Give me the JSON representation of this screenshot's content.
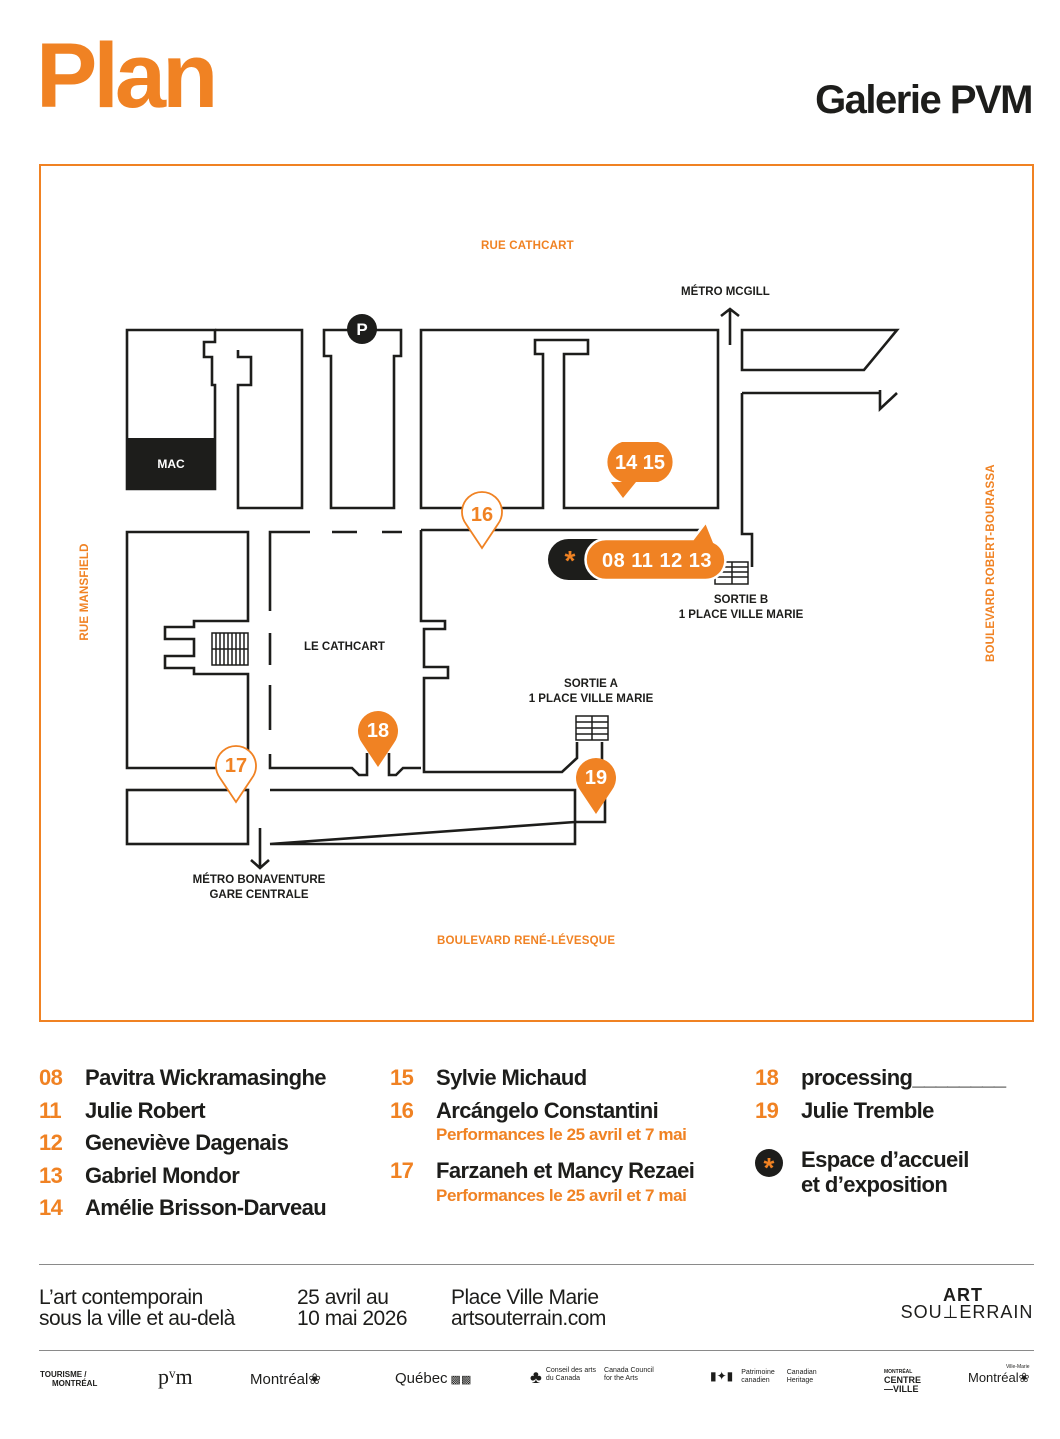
{
  "header": {
    "title": "Plan",
    "gallery": "Galerie PVM"
  },
  "colors": {
    "accent": "#f08223",
    "ink": "#1d1d1b",
    "white": "#ffffff"
  },
  "map": {
    "streets": {
      "north": "RUE CATHCART",
      "south": "BOULEVARD RENÉ-LÉVESQUE",
      "west": "RUE MANSFIELD",
      "east": "BOULEVARD ROBERT-BOURASSA"
    },
    "places": {
      "mac": "MAC",
      "parking": "P",
      "le_cathcart": "LE CATHCART",
      "metro_mcgill": "MÉTRO MCGILL",
      "sortie_b_line1": "SORTIE B",
      "sortie_b_line2": "1 PLACE VILLE MARIE",
      "sortie_a_line1": "SORTIE A",
      "sortie_a_line2": "1 PLACE VILLE MARIE",
      "metro_bonaventure_line1": "MÉTRO BONAVENTURE",
      "metro_bonaventure_line2": "GARE CENTRALE"
    },
    "markers": {
      "m1415": "14 15",
      "m16": "16",
      "m_main": "08 11 12 13",
      "m_star": "*",
      "m17": "17",
      "m18": "18",
      "m19": "19"
    }
  },
  "legend": {
    "col1": [
      {
        "num": "08",
        "name": "Pavitra Wickramasinghe"
      },
      {
        "num": "11",
        "name": "Julie Robert"
      },
      {
        "num": "12",
        "name": "Geneviève Dagenais"
      },
      {
        "num": "13",
        "name": "Gabriel Mondor"
      },
      {
        "num": "14",
        "name": "Amélie Brisson-Darveau"
      }
    ],
    "col2": [
      {
        "num": "15",
        "name": "Sylvie Michaud"
      },
      {
        "num": "16",
        "name": "Arcángelo Constantini",
        "sub": "Performances le 25 avril et 7 mai"
      },
      {
        "num": "17",
        "name": "Farzaneh et Mancy Rezaei",
        "sub": "Performances le 25 avril et 7 mai"
      }
    ],
    "col3": [
      {
        "num": "18",
        "name": "processing________"
      },
      {
        "num": "19",
        "name": "Julie Tremble"
      }
    ],
    "espace": {
      "icon": "*",
      "line1": "Espace d’accueil",
      "line2": "et d’exposition"
    }
  },
  "footer": {
    "tagline1": "L’art contemporain",
    "tagline2": "sous la ville et au-delà",
    "dates1": "25 avril au",
    "dates2": "10 mai 2026",
    "venue1": "Place Ville Marie",
    "venue2": "artsouterrain.com",
    "brand_top": "ART",
    "brand_bottom": "SOU⊥ERRAIN"
  },
  "sponsors": {
    "tourisme1": "TOURISME /",
    "tourisme2": "MONTRÉAL",
    "pvm": "pᵛm",
    "montreal": "Montréal",
    "quebec": "Québec",
    "conseil1": "Conseil des arts",
    "conseil2": "du Canada",
    "council1": "Canada Council",
    "council2": "for the Arts",
    "patrimoine1": "Patrimoine",
    "patrimoine2": "canadien",
    "heritage1": "Canadian",
    "heritage2": "Heritage",
    "centreville1": "MONTRÉAL",
    "centreville2": "CENTRE",
    "centreville3": "—VILLE",
    "villemarie_small": "Ville-Marie",
    "villemarie": "Montréal"
  }
}
